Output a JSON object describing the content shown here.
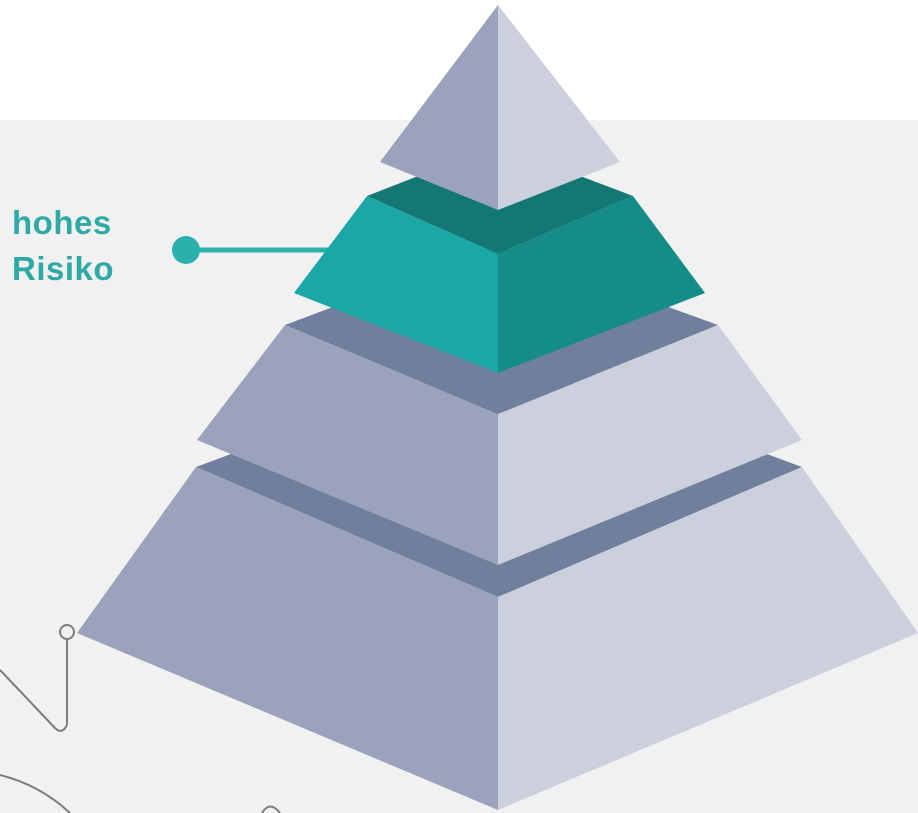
{
  "callout": {
    "line1": "hohes",
    "line2": "Risiko"
  },
  "levels": [
    {
      "name": "top",
      "highlighted": false
    },
    {
      "name": "high-risk",
      "highlighted": true
    },
    {
      "name": "middle",
      "highlighted": false
    },
    {
      "name": "base",
      "highlighted": false
    }
  ],
  "colors": {
    "background": "#ffffff",
    "panel": "#f1f1f1",
    "accent": "#2ab1ad",
    "accent_label": "#2fa9a6",
    "face_left": "#9aa3bb",
    "face_right": "#ccd0dc",
    "band": "#6f7f9c",
    "teal_left": "#1aa7a6",
    "teal_right": "#158c88",
    "teal_band": "#137773",
    "deco_line": "#7d7d7d"
  }
}
